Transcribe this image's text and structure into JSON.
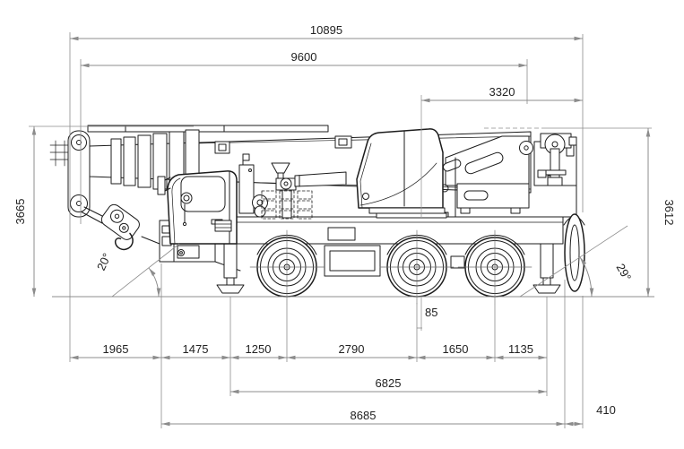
{
  "dimensions": {
    "top": [
      "10895",
      "9600",
      "3320"
    ],
    "height_left": "3665",
    "height_right": "3612",
    "angle_front": "20°",
    "angle_rear": "29°",
    "axle_offset": "85",
    "bottom_row1": [
      "1965",
      "1475",
      "1250",
      "2790",
      "1650",
      "1135"
    ],
    "bottom_total_outriggers": "6825",
    "bottom_total_frame": "8685",
    "rear_overhang": "410"
  },
  "colors": {
    "background": "#ffffff",
    "drawing_line": "#1d1d1d",
    "dimension_line": "#8c8c8c",
    "dimension_text": "#222222"
  }
}
